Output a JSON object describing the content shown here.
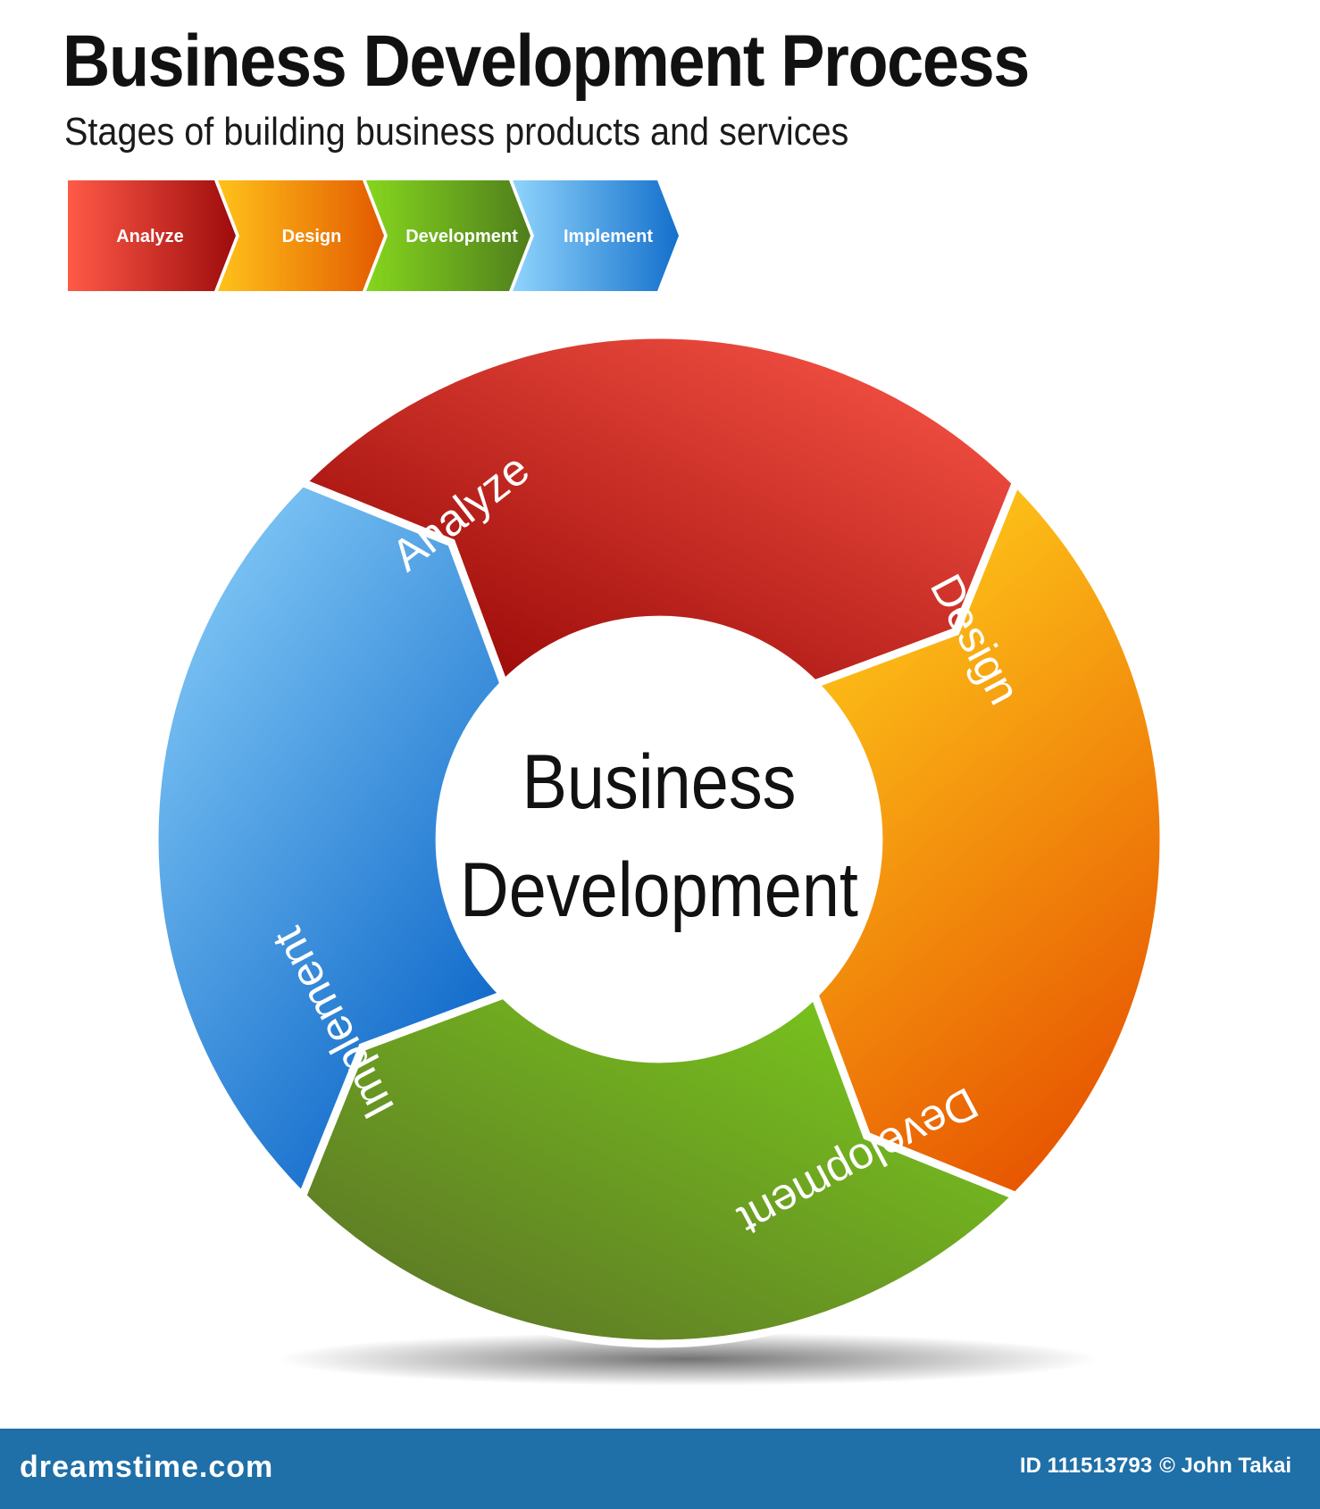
{
  "header": {
    "title": "Business Development Process",
    "subtitle": "Stages of building business products and services"
  },
  "stages": [
    {
      "label": "Analyze",
      "color": "#d62a22"
    },
    {
      "label": "Design",
      "color": "#f08c0c"
    },
    {
      "label": "Development",
      "color": "#5aa01e"
    },
    {
      "label": "Implement",
      "color": "#2f8fe0"
    }
  ],
  "wheel": {
    "center_line1": "Business",
    "center_line2": "Development"
  },
  "footer": {
    "brand": "dreamstime.com",
    "id_label": "ID 111513793",
    "credit": "© John Takai"
  }
}
